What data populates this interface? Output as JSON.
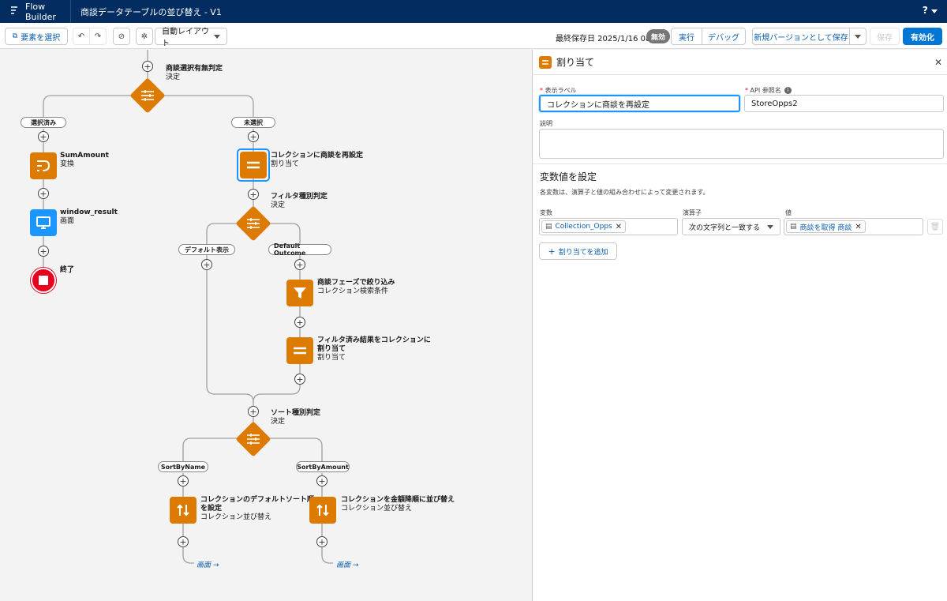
{
  "app": {
    "name": "Flow Builder",
    "doc_title": "商談データテーブルの並び替え - V1",
    "help": "?"
  },
  "toolbar": {
    "select_elements": "要素を選択",
    "layout": "自動レイアウト",
    "last_saved": "最終保存日 2025/1/16 08:55",
    "status_badge": "無効",
    "run": "実行",
    "debug": "デバッグ",
    "save_new_version": "新規バージョンとして保存",
    "save": "保存",
    "activate": "有効化"
  },
  "canvas": {
    "nodes": {
      "decision1": {
        "title": "商談選択有無判定",
        "subtitle": "決定"
      },
      "outcome_selected": "選択済み",
      "outcome_unselected": "未選択",
      "sumamount": {
        "title": "SumAmount",
        "subtitle": "変換"
      },
      "window_result": {
        "title": "window_result",
        "subtitle": "画面"
      },
      "end": {
        "title": "終了"
      },
      "reassign": {
        "title": "コレクションに商談を再設定",
        "subtitle": "割り当て"
      },
      "filter_decision": {
        "title": "フィルタ種別判定",
        "subtitle": "決定"
      },
      "outcome_default_display": "デフォルト表示",
      "outcome_default": "Default Outcome",
      "filter_phase": {
        "title": "商談フェーズで絞り込み",
        "subtitle": "コレクション検索条件"
      },
      "assign_filtered": {
        "title1": "フィルタ済み結果をコレクションに",
        "title2": "割り当て",
        "subtitle": "割り当て"
      },
      "sort_decision": {
        "title": "ソート種別判定",
        "subtitle": "決定"
      },
      "outcome_sort_name": "SortByName",
      "outcome_sort_amount": "SortByAmount",
      "sort_default": {
        "title1": "コレクションのデフォルトソート順",
        "title2": "を設定",
        "subtitle": "コレクション並び替え"
      },
      "sort_amount": {
        "title": "コレクションを金額降順に並び替え",
        "subtitle": "コレクション並び替え"
      },
      "goto_screen": "画面 →"
    }
  },
  "panel": {
    "title": "割り当て",
    "label_field": {
      "label": "表示ラベル",
      "value": "コレクションに商談を再設定"
    },
    "api_field": {
      "label": "API 参照名",
      "value": "StoreOpps2"
    },
    "description_label": "説明",
    "section_title": "変数値を設定",
    "section_desc": "各変数は、演算子と値の組み合わせによって変更されます。",
    "col_variable": "変数",
    "col_operator": "演算子",
    "col_value": "値",
    "row": {
      "variable": "Collection_Opps",
      "operator": "次の文字列と一致する",
      "value": "商談を取得 商談"
    },
    "add_assignment": "割り当てを追加"
  },
  "colors": {
    "header": "#032d60",
    "brand": "#0176d3",
    "orange": "#dd7a01",
    "blue": "#1b96ff",
    "red": "#ea001e"
  }
}
